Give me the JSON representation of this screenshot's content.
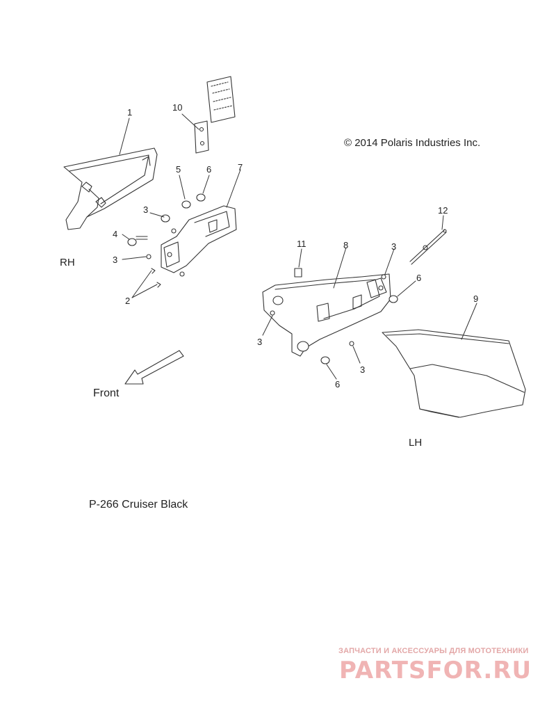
{
  "copyright": "© 2014 Polaris Industries Inc.",
  "front_label": "Front",
  "side_labels": {
    "rh": "RH",
    "lh": "LH"
  },
  "part_caption": "P-266  Cruiser Black",
  "callouts": {
    "c1": "1",
    "c10": "10",
    "c5": "5",
    "c6a": "6",
    "c7": "7",
    "c3a": "3",
    "c4": "4",
    "c3b": "3",
    "c2": "2",
    "c11": "11",
    "c8": "8",
    "c3c": "3",
    "c12": "12",
    "c6b": "6",
    "c9": "9",
    "c3d": "3",
    "c3e": "3",
    "c6c": "6"
  },
  "watermark": {
    "tagline": "ЗАПЧАСТИ И АКСЕССУАРЫ ДЛЯ МОТОТЕХНИКИ",
    "logo": "PARTSFOR.RU"
  },
  "colors": {
    "line": "#333333",
    "watermark": "#f0b4b4"
  }
}
